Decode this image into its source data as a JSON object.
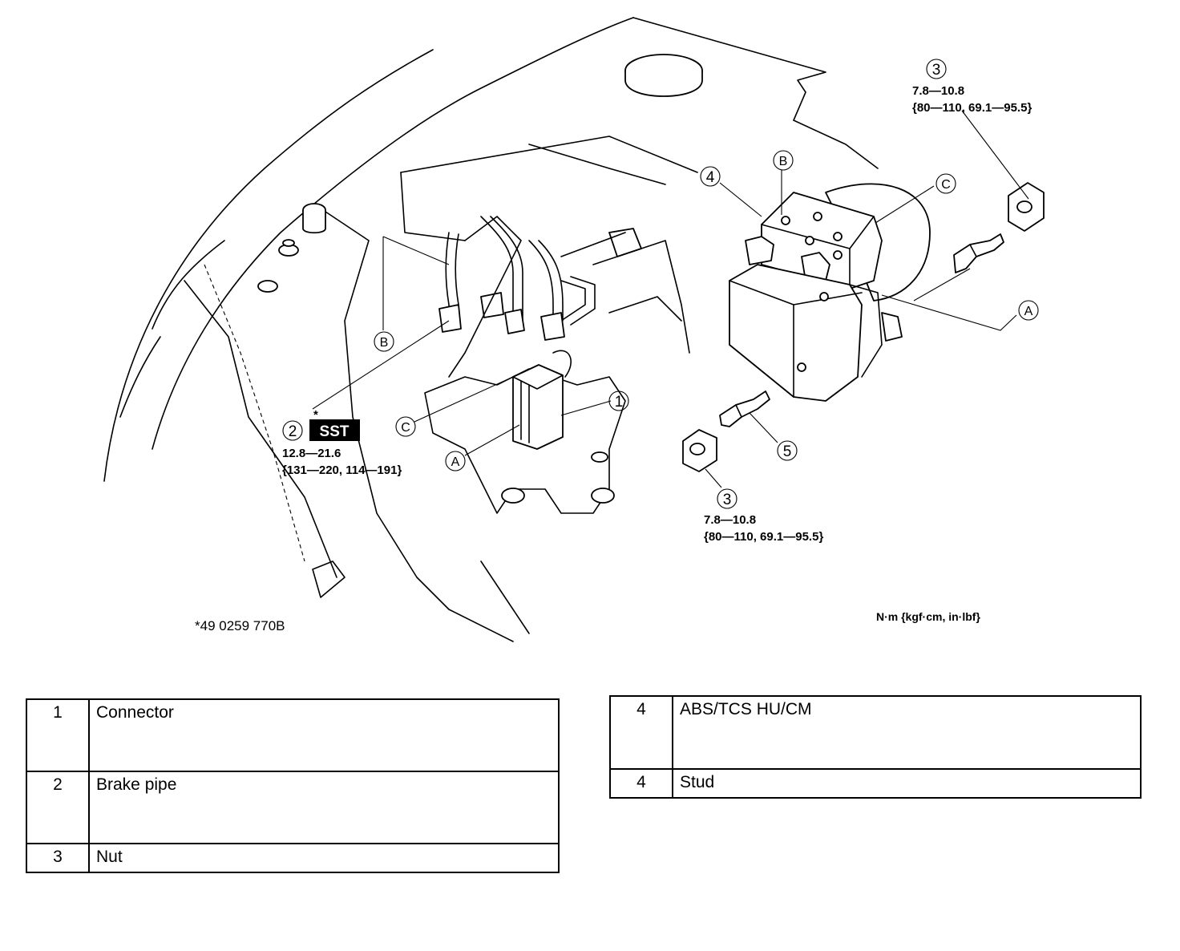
{
  "diagram": {
    "callouts": {
      "c1": "1",
      "c2": "2",
      "c3_top": "3",
      "c3_bottom": "3",
      "c4": "4",
      "c5": "5"
    },
    "letters": {
      "a_left": "A",
      "a_right": "A",
      "b_left": "B",
      "b_top": "B",
      "c_left": "C",
      "c_right": "C"
    },
    "torque_top": {
      "line1": "7.8—10.8",
      "line2": "{80—110, 69.1—95.5}"
    },
    "torque_pipe": {
      "sst_star": "*",
      "sst_label": "SST",
      "line1": "12.8—21.6",
      "line2": "{131—220, 114—191}"
    },
    "torque_bottom": {
      "line1": "7.8—10.8",
      "line2": "{80—110, 69.1—95.5}"
    },
    "sst_number": "*49 0259 770B",
    "units": "N·m {kgf·cm, in·lbf}"
  },
  "legend_left": [
    {
      "num": "1",
      "name": "Connector"
    },
    {
      "num": "2",
      "name": "Brake pipe"
    },
    {
      "num": "3",
      "name": "Nut"
    }
  ],
  "legend_right": [
    {
      "num": "4",
      "name": "ABS/TCS HU/CM"
    },
    {
      "num": "4",
      "name": "Stud"
    }
  ]
}
